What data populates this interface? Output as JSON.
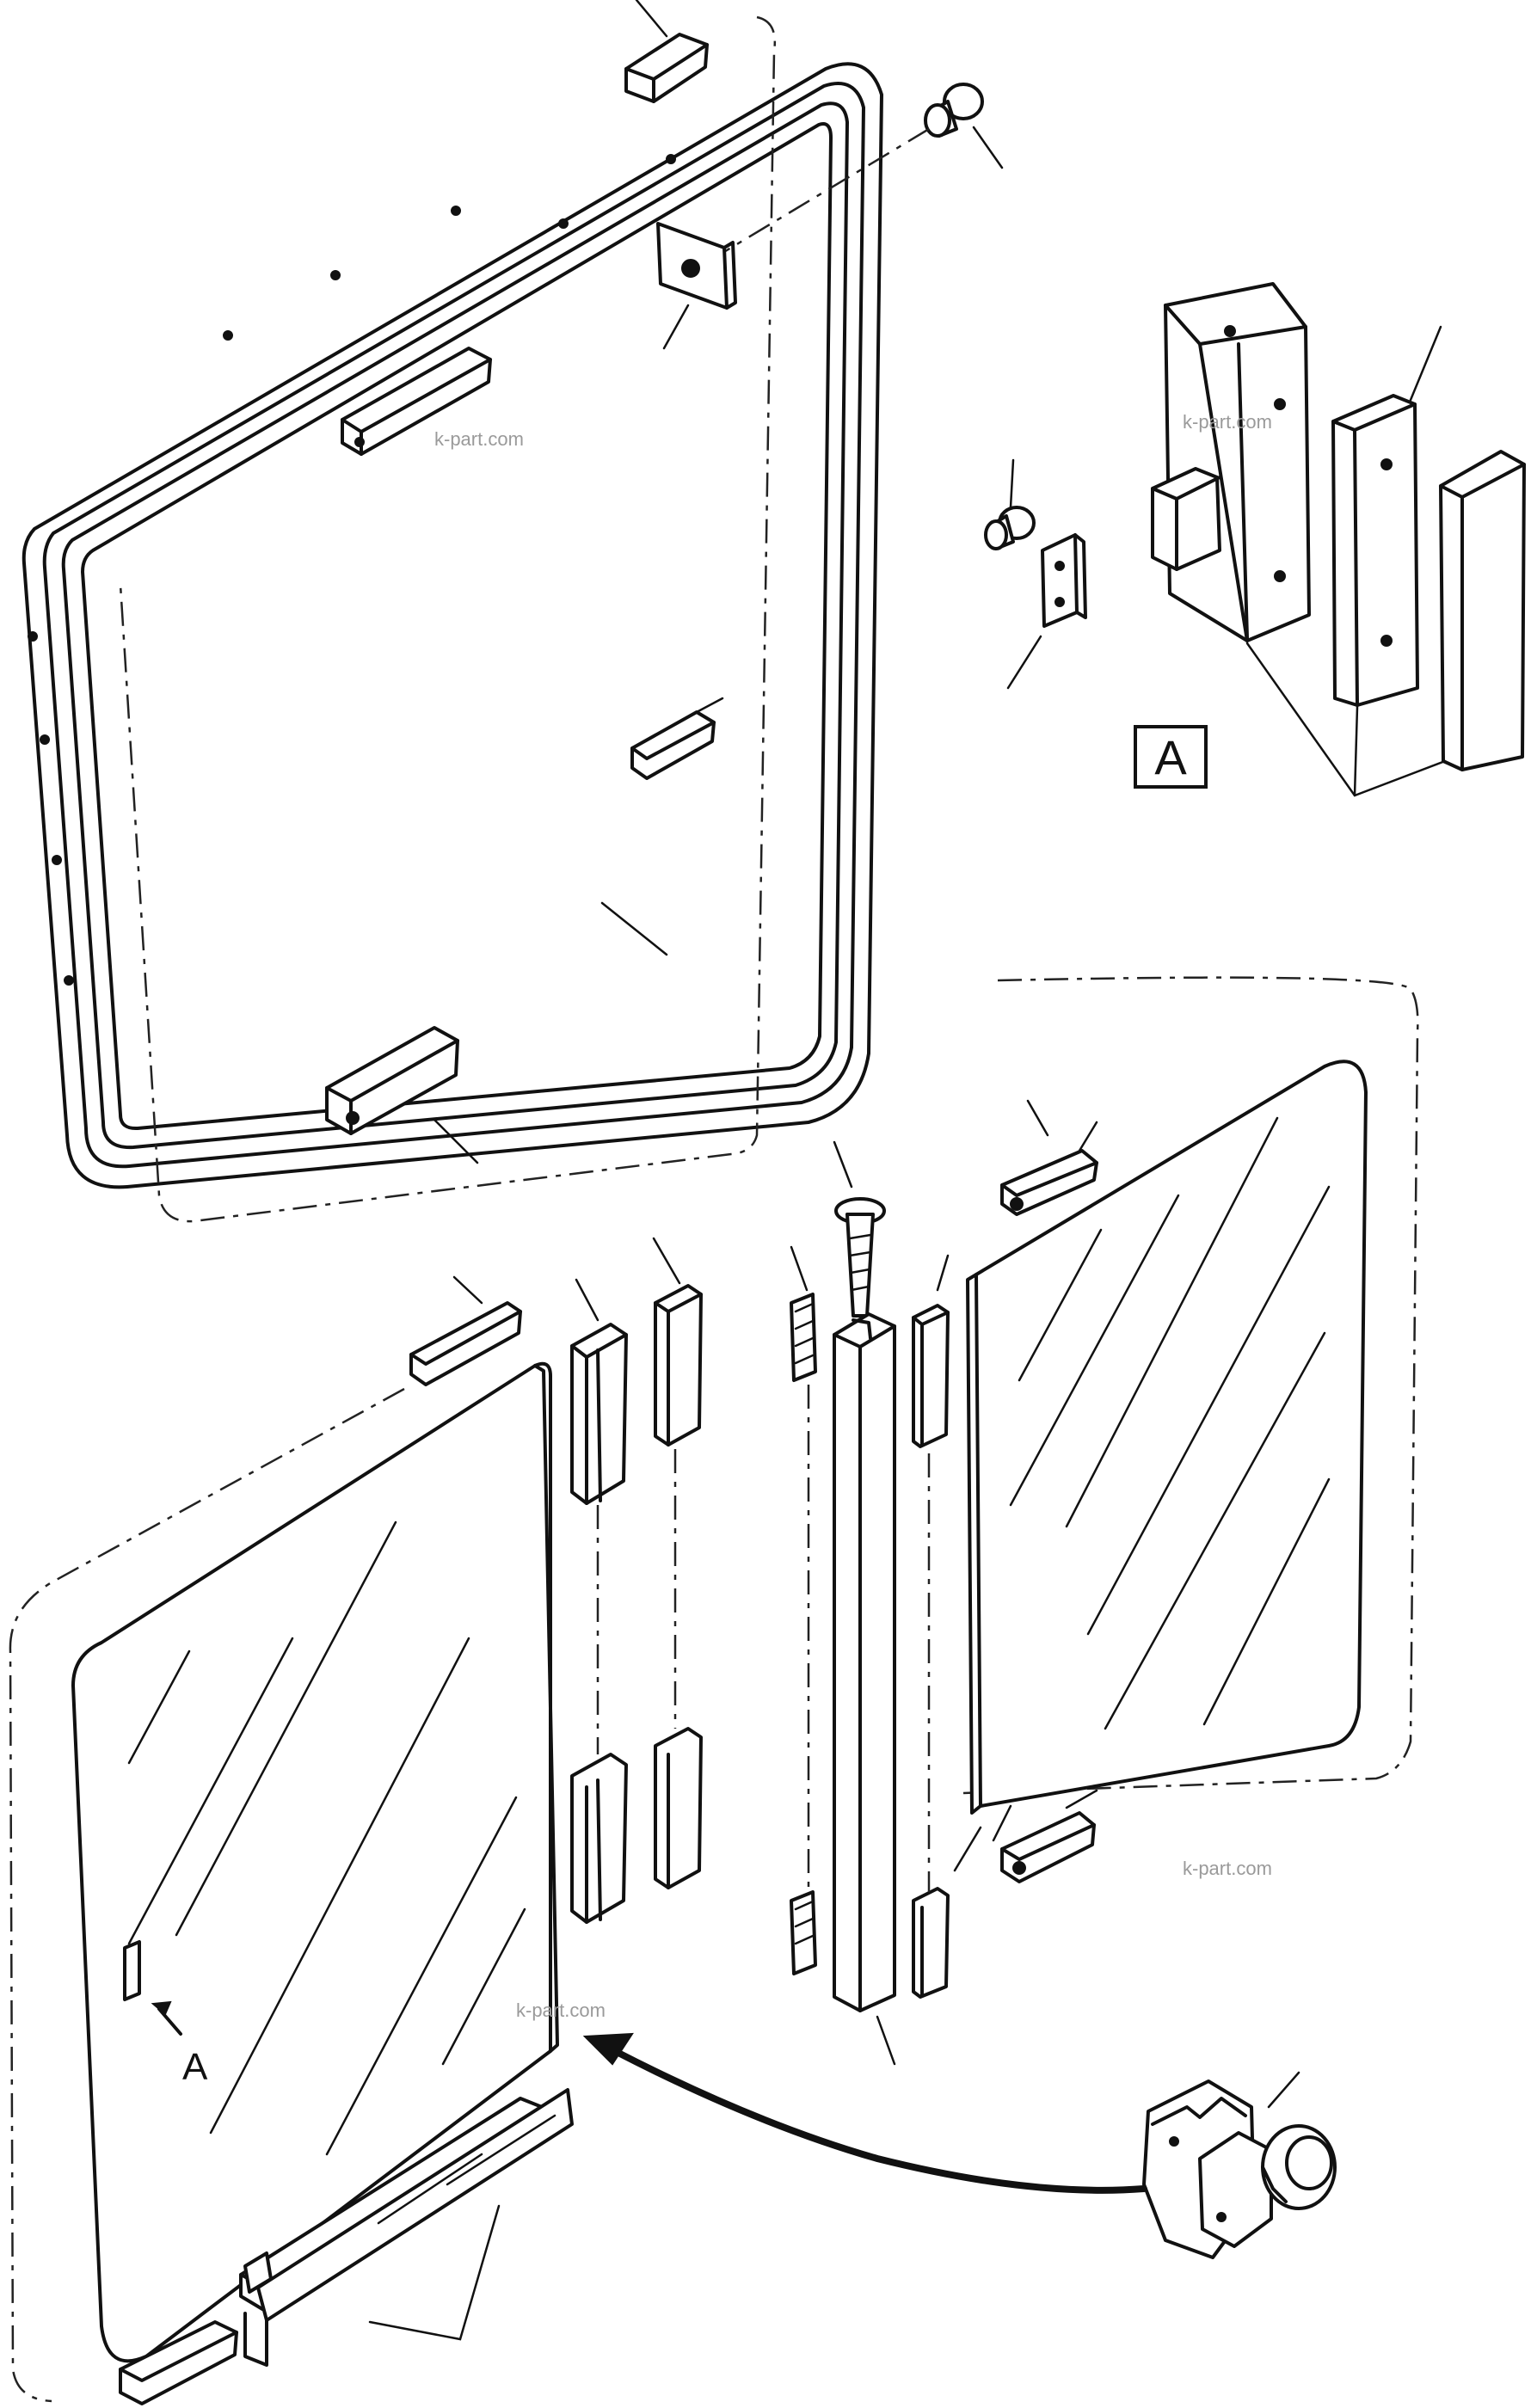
{
  "labels": {
    "detail_box": "A",
    "view_arrow": "A"
  },
  "watermarks": [
    "k-part.com",
    "k-part.com",
    "k-part.com",
    "k-part.com"
  ],
  "colors": {
    "line": "#111111",
    "watermark": "#9a9a9a",
    "background": "#ffffff"
  }
}
